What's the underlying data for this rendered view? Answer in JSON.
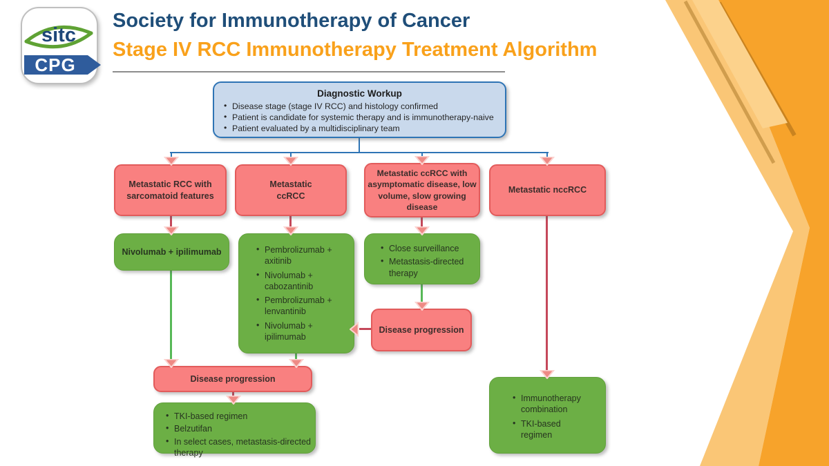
{
  "header": {
    "logo_brand": "sitc",
    "logo_sub": "CPG",
    "title_line1": "Society for Immunotherapy of Cancer",
    "title_line2": "Stage IV RCC Immunotherapy Treatment Algorithm"
  },
  "diagnostic": {
    "title": "Diagnostic Workup",
    "bullets": [
      "Disease stage (stage IV RCC) and histology confirmed",
      "Patient is candidate for systemic therapy and is immunotherapy-naive",
      "Patient evaluated by a multidisciplinary team"
    ]
  },
  "conditions": {
    "sarcomatoid": "Metastatic RCC with sarcomatoid features",
    "ccrcc": "Metastatic ccRCC",
    "indolent": "Metastatic ccRCC with asymptomatic disease, low volume, slow growing disease",
    "nccrcc": "Metastatic nccRCC"
  },
  "treatments": {
    "sarcomatoid_tx": "Nivolumab + ipilimumab",
    "ccrcc_tx": [
      "Pembrolizumab + axitinib",
      "Nivolumab + cabozantinib",
      "Pembrolizumab + lenvantinib",
      "Nivolumab + ipilimumab"
    ],
    "indolent_tx": [
      "Close surveillance",
      "Metastasis-directed therapy"
    ],
    "nccrcc_tx": [
      "Immunotherapy combination",
      "TKI-based regimen"
    ],
    "post_progression_tx": [
      "TKI-based regimen",
      "Belzutifan",
      "In select cases, metastasis-directed therapy"
    ]
  },
  "progression": {
    "mid": "Disease progression",
    "bottom": "Disease progression"
  },
  "colors": {
    "accent_dark_orange": "#F7A32B",
    "accent_light_orange": "#FAC676",
    "title_blue": "#1F4E79",
    "title_orange": "#F9A11B",
    "node_pink": "#F98080",
    "node_green": "#6CAF45",
    "node_blue": "#C9D9EC",
    "connector_blue": "#2E74B5",
    "connector_red": "#C5485A",
    "connector_green": "#57B857"
  }
}
